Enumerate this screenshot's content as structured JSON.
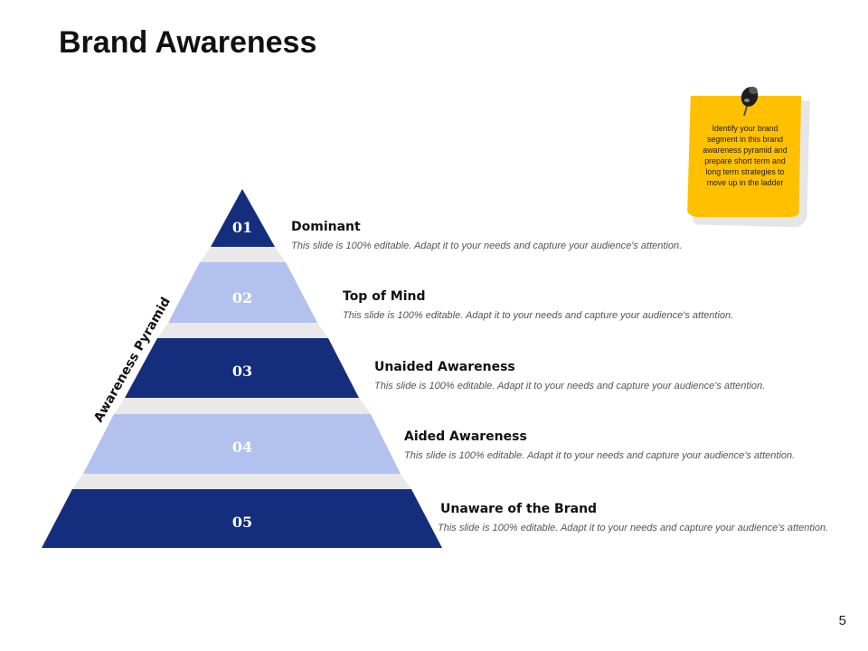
{
  "slide": {
    "title": "Brand Awareness",
    "page_number": "5"
  },
  "pyramid": {
    "axis_label": "Awareness Pyramid",
    "colors": {
      "dark": "#142d7c",
      "light": "#b3c1ee",
      "separator": "#e9e9e9"
    },
    "levels": [
      {
        "number": "01",
        "title": "Dominant",
        "description": "This slide is 100% editable. Adapt it to your needs and capture your audience's attention."
      },
      {
        "number": "02",
        "title": "Top of Mind",
        "description": "This slide is 100% editable. Adapt it to your needs and capture your audience's attention."
      },
      {
        "number": "03",
        "title": "Unaided Awareness",
        "description": "This slide is 100% editable. Adapt it to your needs and capture your audience's attention."
      },
      {
        "number": "04",
        "title": "Aided Awareness",
        "description": "This slide is 100% editable. Adapt it to your needs and capture your audience's attention."
      },
      {
        "number": "05",
        "title": "Unaware of the Brand",
        "description": "This slide is 100% editable. Adapt it to your needs and capture your audience's attention."
      }
    ]
  },
  "sticky_note": {
    "text": "Identify your brand segment in this brand awareness pyramid and prepare short term and long term strategies to move up in the ladder",
    "color": "#ffc000"
  }
}
